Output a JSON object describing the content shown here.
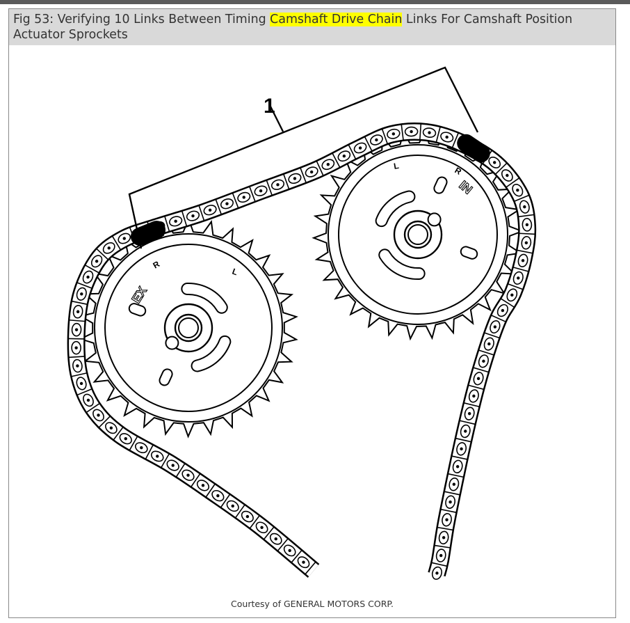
{
  "caption": {
    "prefix": "Fig 53: Verifying 10 Links Between Timing ",
    "highlight": "Camshaft Drive Chain",
    "suffix": " Links For Camshaft Position Actuator Sprockets",
    "highlight_color": "#ffff00"
  },
  "diagram": {
    "callout_number": "1",
    "exhaust_label": "EX",
    "intake_label": "IN",
    "marks": {
      "r": "R",
      "l": "L"
    }
  },
  "credit": "Courtesy of GENERAL MOTORS CORP."
}
